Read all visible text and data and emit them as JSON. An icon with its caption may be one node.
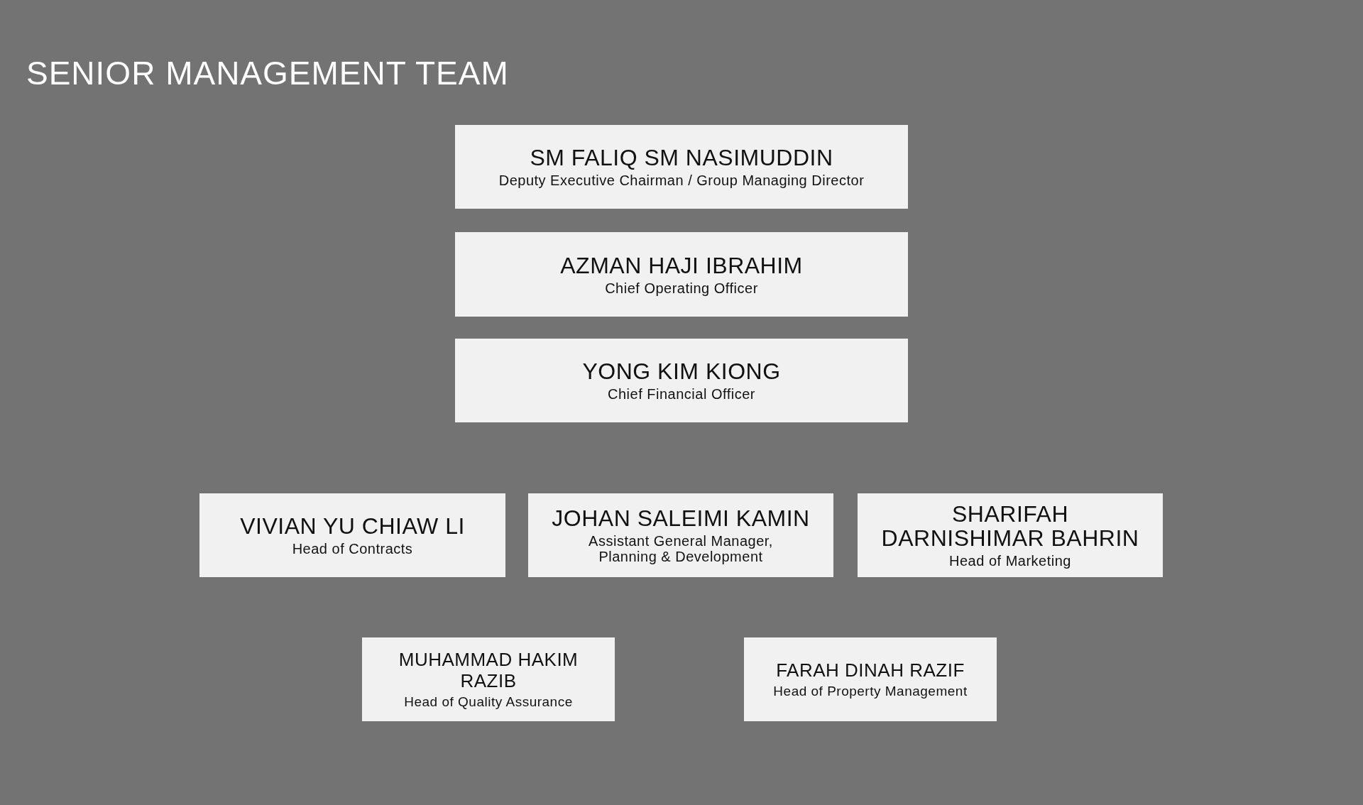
{
  "diagram": {
    "title": "SENIOR MANAGEMENT TEAM",
    "nodes": [
      {
        "text": [
          "SM FALIQ SM NASIMUDDIN",
          "Deputy Executive Chairman / Group Managing Director"
        ]
      },
      {
        "text": [
          "AZMAN HAJI IBRAHIM",
          "Chief Operating Officer"
        ]
      },
      {
        "text": [
          "YONG KIM KIONG",
          "Chief Financial Officer"
        ]
      },
      {
        "text": [
          "VIVIAN YU CHIAW LI",
          "Head of Contracts"
        ]
      },
      {
        "text": [
          "JOHAN SALEIMI KAMIN",
          "Assistant General Manager, Planning & Development"
        ]
      },
      {
        "text": [
          "SHARIFAH DARNISHIMAR BAHRIN",
          "Head of Marketing"
        ]
      },
      {
        "text": [
          "MUHAMMAD HAKIM RAZIB",
          "Head of Quality Assurance"
        ]
      },
      {
        "text": [
          "FARAH DINAH RAZIF",
          "Head of Property Management"
        ]
      }
    ]
  }
}
